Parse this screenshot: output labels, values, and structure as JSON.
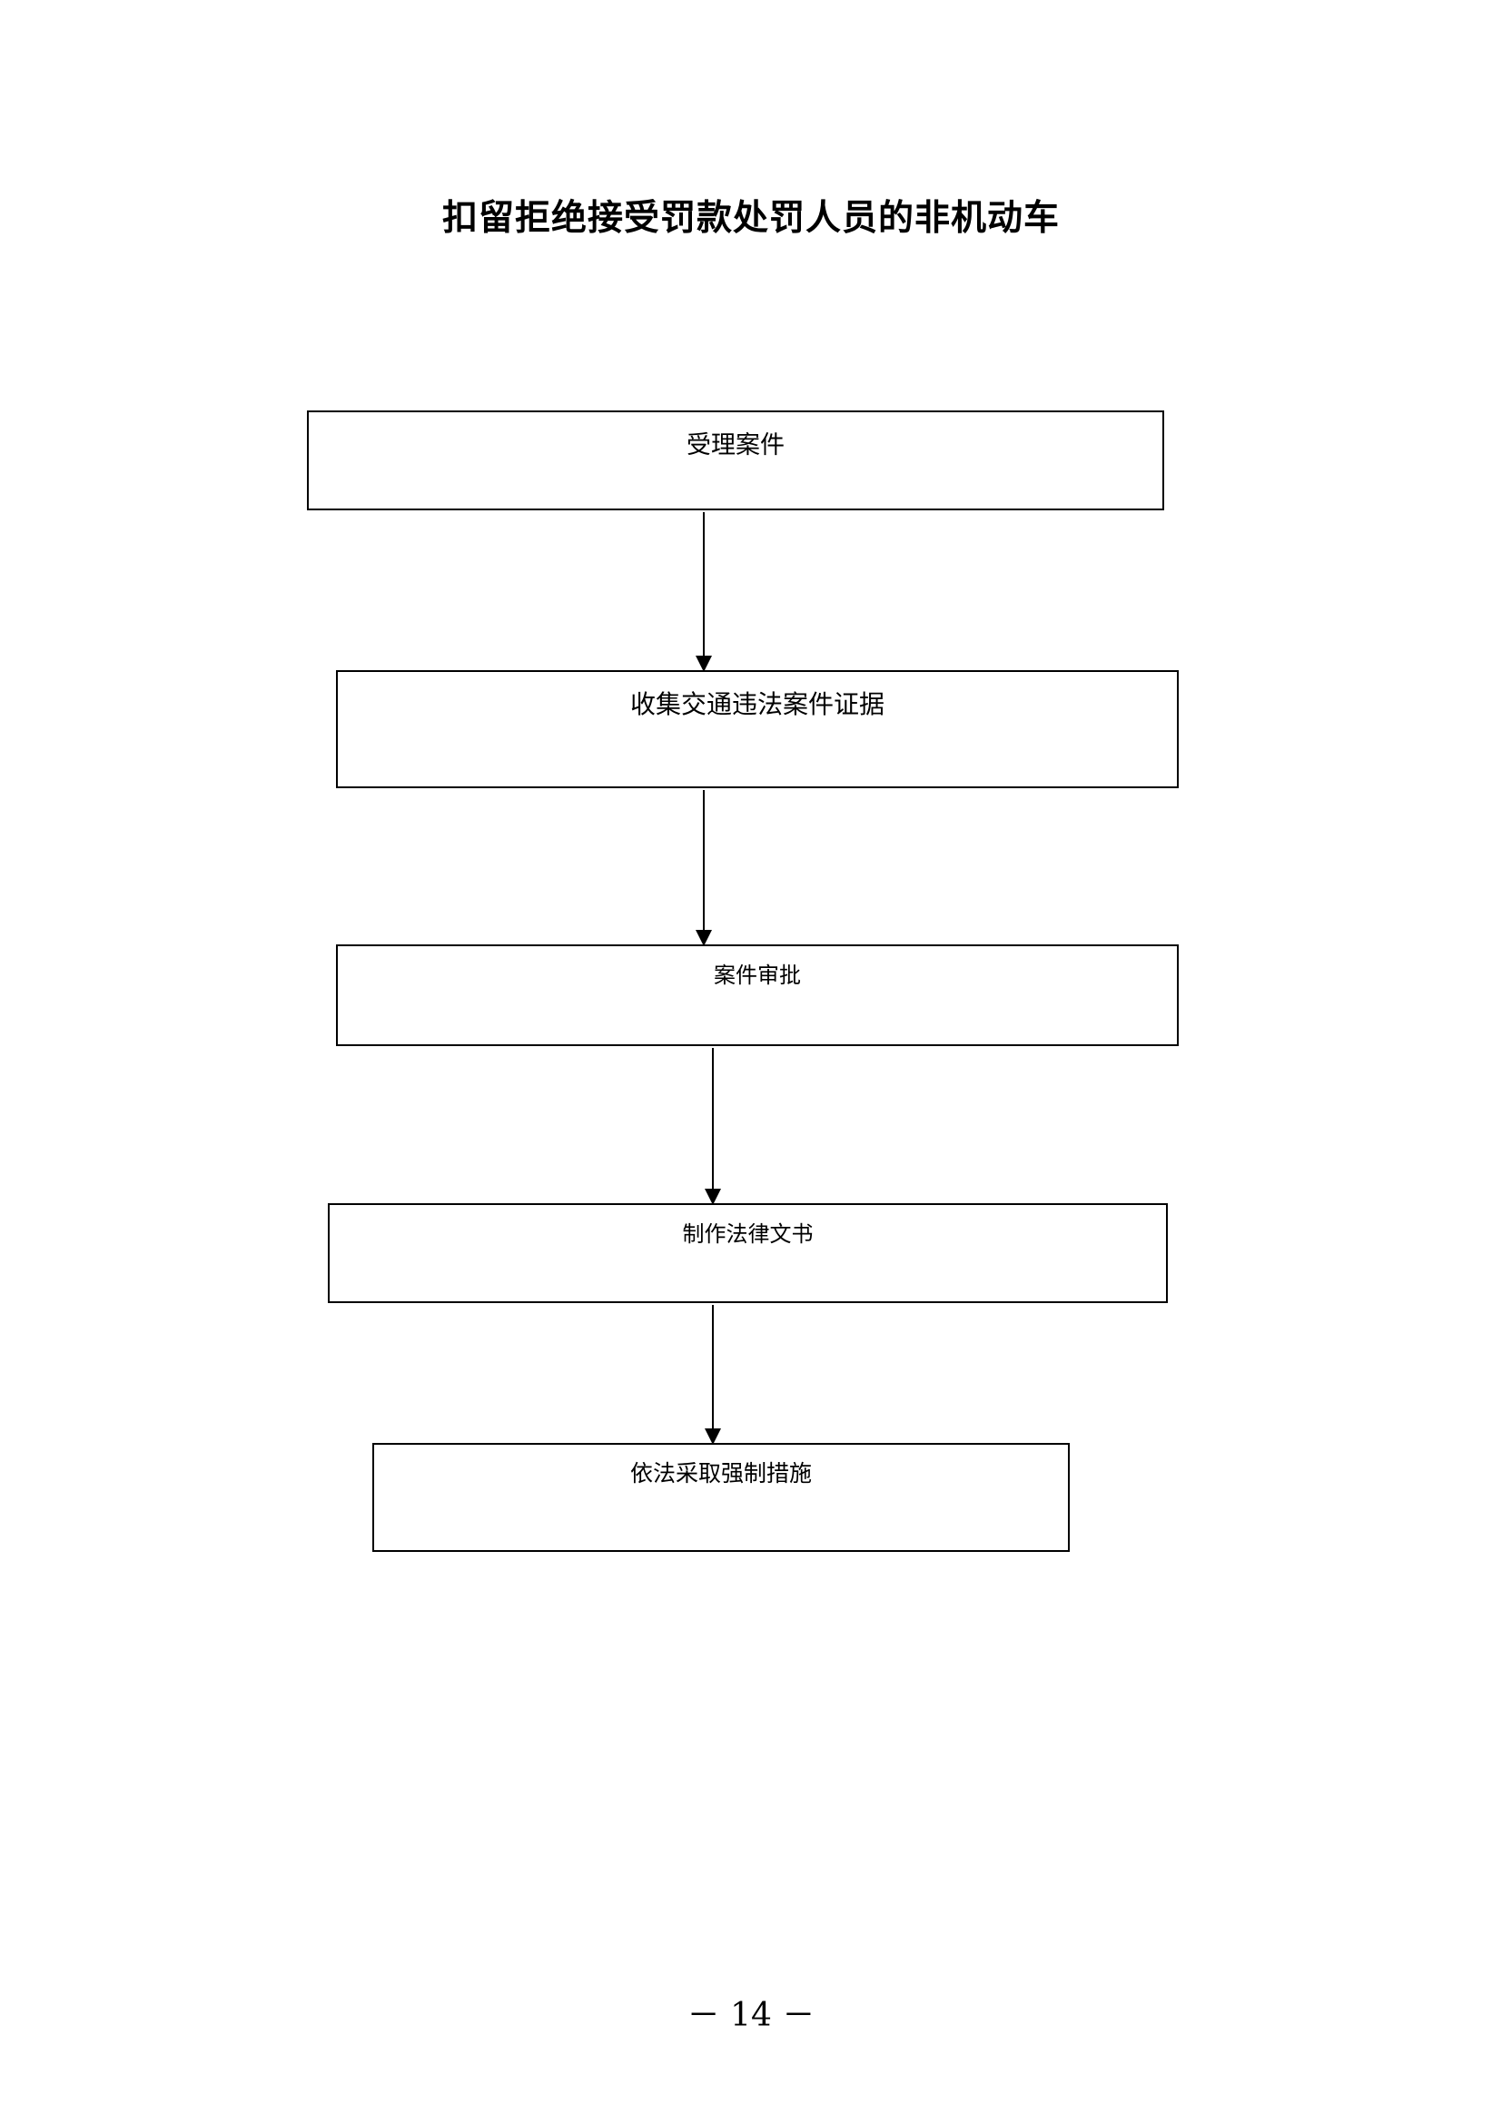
{
  "title": "扣留拒绝接受罚款处罚人员的非机动车",
  "steps": [
    {
      "label": "受理案件"
    },
    {
      "label": "收集交通违法案件证据"
    },
    {
      "label": "案件审批"
    },
    {
      "label": "制作法律文书"
    },
    {
      "label": "依法采取强制措施"
    }
  ],
  "page_number": "－ 14 －"
}
